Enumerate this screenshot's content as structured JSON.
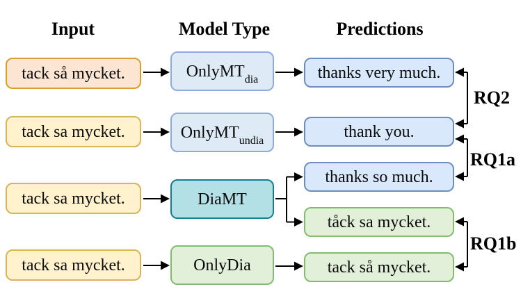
{
  "headers": {
    "input": "Input",
    "model_type": "Model Type",
    "predictions": "Predictions"
  },
  "inputs": [
    {
      "text": "tack så mycket."
    },
    {
      "text": "tack sa mycket."
    },
    {
      "text": "tack sa mycket."
    },
    {
      "text": "tack sa mycket."
    }
  ],
  "models": [
    {
      "main": "OnlyMT",
      "sub": "dia"
    },
    {
      "main": "OnlyMT",
      "sub": "undia"
    },
    {
      "main": "DiaMT",
      "sub": ""
    },
    {
      "main": "OnlyDia",
      "sub": ""
    }
  ],
  "predictions": [
    {
      "text": "thanks very much."
    },
    {
      "text": "thank you."
    },
    {
      "text": "thanks so much."
    },
    {
      "text": "tåck sa mycket."
    },
    {
      "text": "tack så mycket."
    }
  ],
  "rq_labels": [
    {
      "text": "RQ2"
    },
    {
      "text": "RQ1a"
    },
    {
      "text": "RQ1b"
    }
  ],
  "colors": {
    "input_peach_fill": "#FCE5D3",
    "input_peach_border": "#D79F2E",
    "input_yellow_fill": "#FFF2CC",
    "input_yellow_border": "#D6B656",
    "model_blue_fill": "#DEEBF7",
    "model_blue_border": "#8FAADC",
    "prediction_blue_fill": "#DAE8FC",
    "prediction_blue_border": "#6C8EBF",
    "teal_fill": "#B3E0E5",
    "teal_border": "#10808C",
    "green_fill": "#E2F0D9",
    "green_border": "#82BC70",
    "arrow": "#000000"
  }
}
